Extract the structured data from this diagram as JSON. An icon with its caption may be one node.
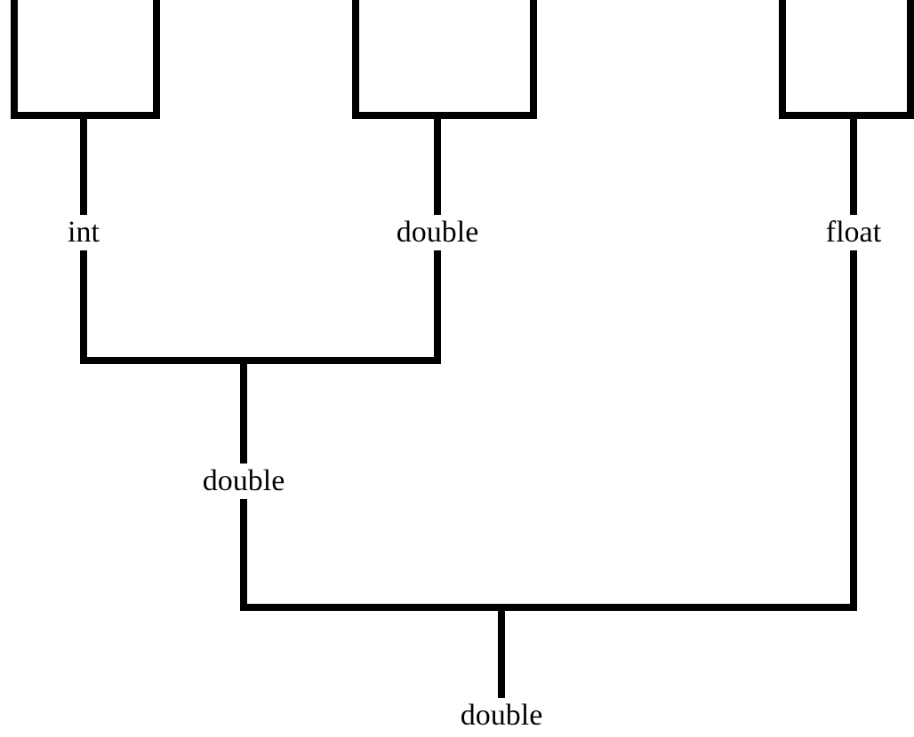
{
  "diagram": {
    "nodes": [
      {
        "text": [
          "int"
        ]
      },
      {
        "text": [
          "double"
        ]
      },
      {
        "text": [
          "float"
        ]
      },
      {
        "text": [
          "double"
        ]
      },
      {
        "text": [
          "double"
        ]
      }
    ],
    "edges": [
      {
        "from": null,
        "to": 0,
        "arrow": "none"
      },
      {
        "from": null,
        "to": 0,
        "arrow": "none"
      },
      {
        "from": null,
        "to": 1,
        "arrow": "none"
      },
      {
        "from": null,
        "to": 1,
        "arrow": "none"
      },
      {
        "from": null,
        "to": 2,
        "arrow": "none"
      },
      {
        "from": null,
        "to": 2,
        "arrow": "none"
      },
      {
        "from": 0,
        "to": 3,
        "arrow": "none"
      },
      {
        "from": 1,
        "to": 3,
        "arrow": "none"
      },
      {
        "from": 3,
        "to": 4,
        "arrow": "none"
      },
      {
        "from": 2,
        "to": 4,
        "arrow": "none"
      }
    ]
  }
}
